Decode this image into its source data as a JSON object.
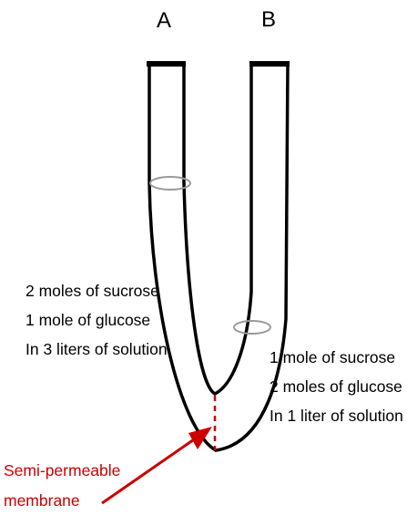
{
  "labels": {
    "arm_a": "A",
    "arm_b": "B"
  },
  "side_a": {
    "lines": [
      "2 moles of sucrose",
      "1 mole of glucose",
      "In 3 liters of solution"
    ]
  },
  "side_b": {
    "lines": [
      "1 mole of sucrose",
      "2 moles of glucose",
      "In 1 liter of solution"
    ]
  },
  "membrane": {
    "lines": [
      "Semi-permeable",
      "membrane"
    ]
  },
  "colors": {
    "tube": "#000000",
    "membrane": "#cc0000",
    "ring": "#9a9a9a"
  }
}
